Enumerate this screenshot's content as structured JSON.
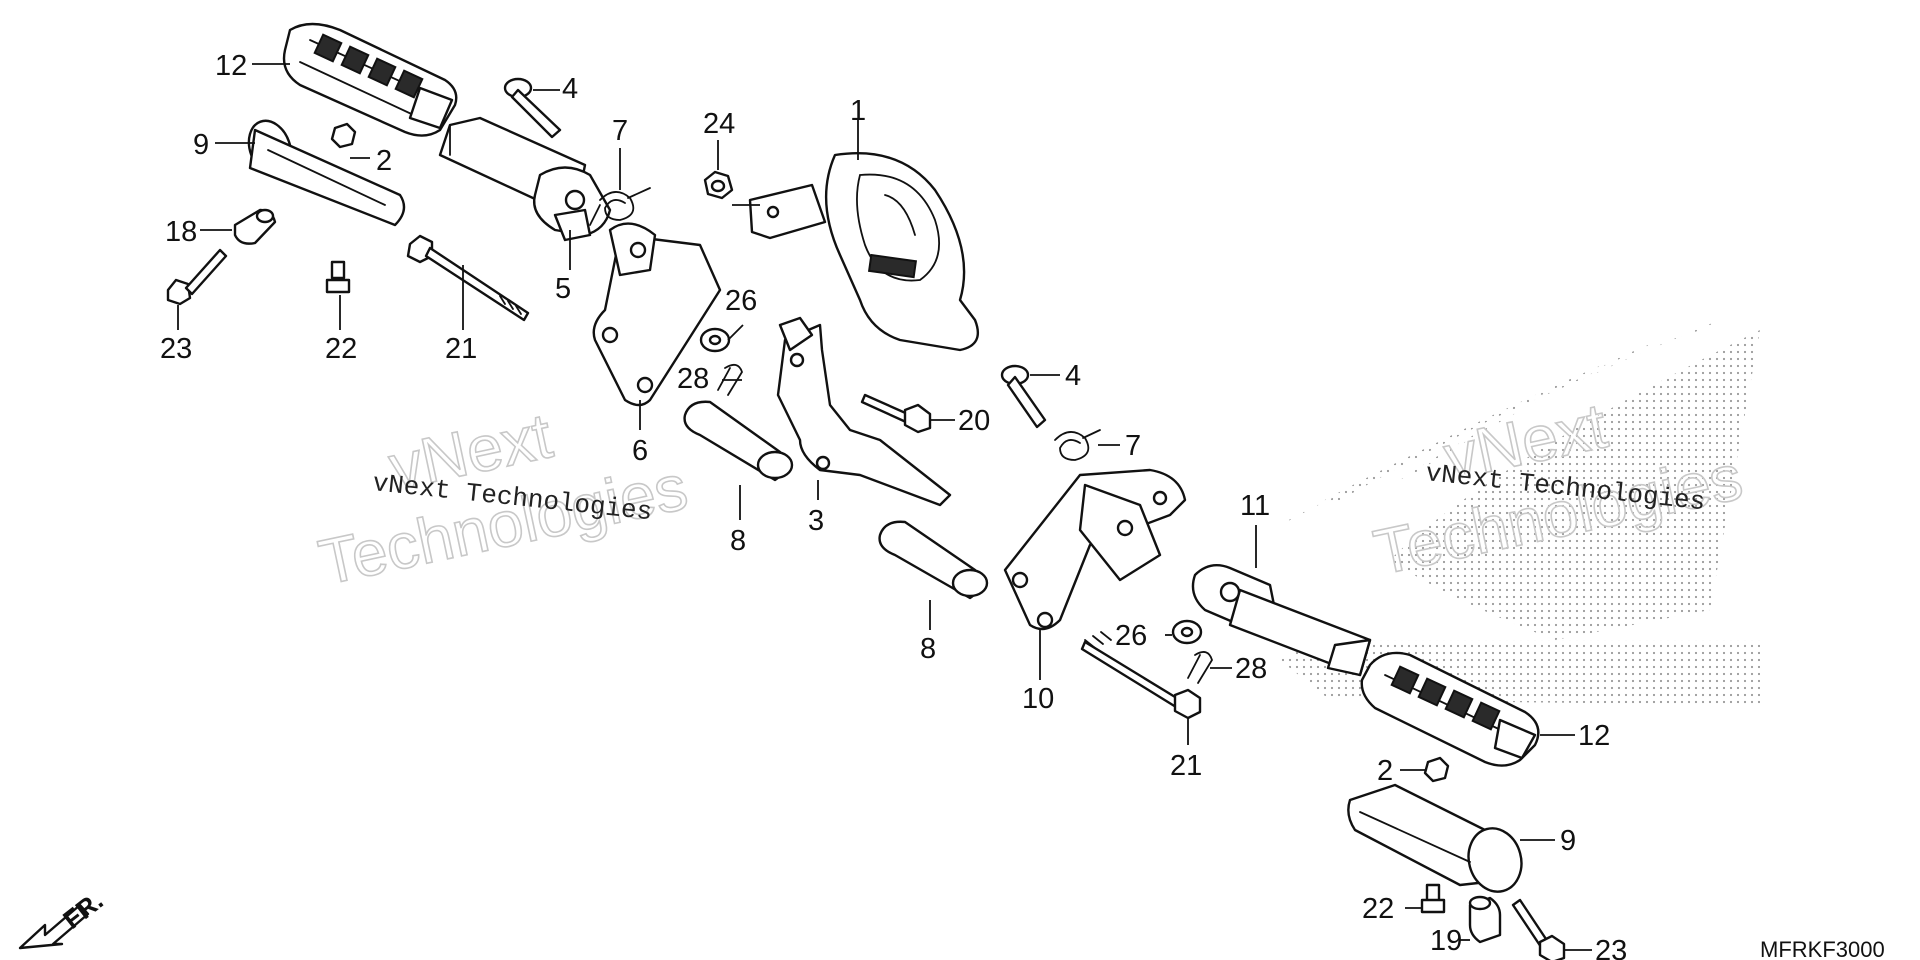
{
  "watermark": {
    "line_1": "vNext Technologies",
    "outline_word_1": "vNext",
    "outline_word_2": "Technologies"
  },
  "diagram_code": "MFRKF3000",
  "front_indicator": "FR.",
  "callouts": {
    "c1": "1",
    "c2a": "2",
    "c2b": "2",
    "c3": "3",
    "c4a": "4",
    "c4b": "4",
    "c5": "5",
    "c6": "6",
    "c7a": "7",
    "c7b": "7",
    "c8a": "8",
    "c8b": "8",
    "c9a": "9",
    "c9b": "9",
    "c10": "10",
    "c11": "11",
    "c12a": "12",
    "c12b": "12",
    "c18": "18",
    "c19": "19",
    "c20": "20",
    "c21a": "21",
    "c21b": "21",
    "c22a": "22",
    "c22b": "22",
    "c23a": "23",
    "c23b": "23",
    "c24": "24",
    "c26a": "26",
    "c26b": "26",
    "c28a": "28",
    "c28b": "28"
  }
}
